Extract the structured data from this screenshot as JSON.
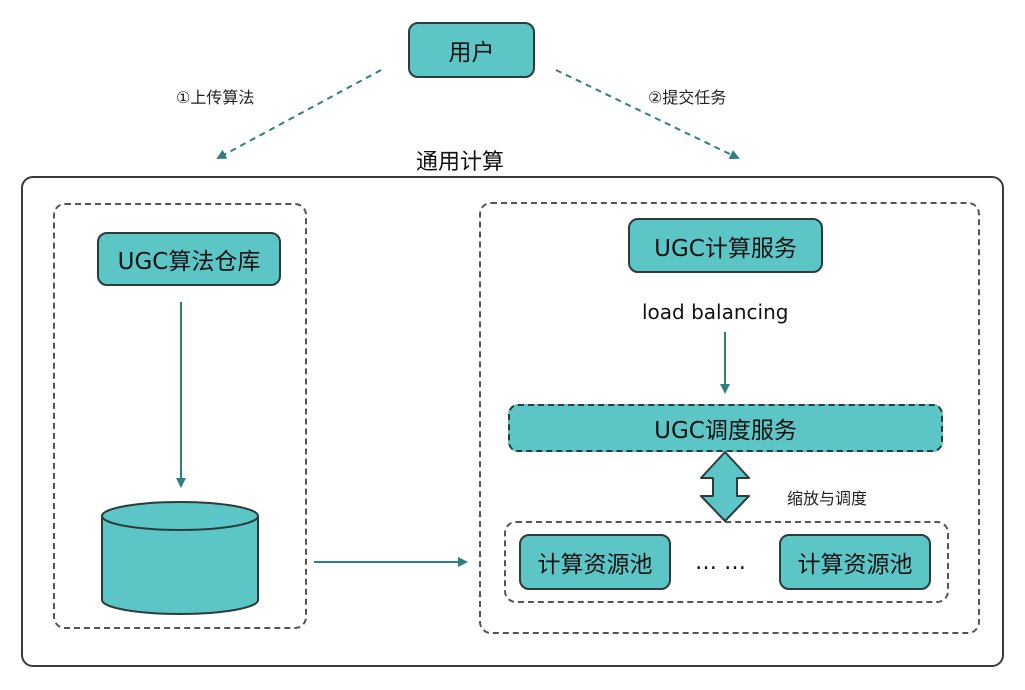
{
  "user": {
    "label": "用户"
  },
  "edges": {
    "upload": "①上传算法",
    "submit": "②提交任务",
    "load_balancing": "load balancing",
    "scale_schedule": "缩放与调度"
  },
  "platform": {
    "title": "通用计算"
  },
  "left": {
    "repo": "UGC算法仓库"
  },
  "right": {
    "compute_service": "UGC计算服务",
    "scheduler": "UGC调度服务",
    "pool_1": "计算资源池",
    "ellipsis": "… …",
    "pool_2": "计算资源池"
  },
  "colors": {
    "node_fill": "#5cc6c6",
    "edge": "#2e7f7f",
    "border": "#2c3b3b"
  }
}
